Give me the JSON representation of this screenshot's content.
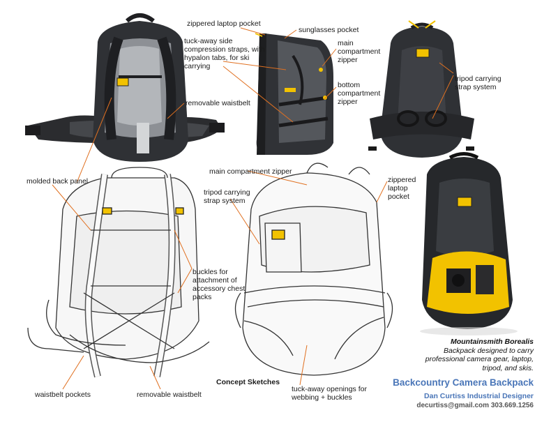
{
  "colors": {
    "leader_line": "#e07020",
    "accent_yellow": "#f2c200",
    "title_blue": "#4a76b8",
    "dark_body": "#2d2f33",
    "sketch_line": "#333333"
  },
  "labels": {
    "zippered_laptop_pocket_top": "zippered laptop pocket",
    "sunglasses_pocket": "sunglasses pocket",
    "tuck_away_side_straps": "tuck-away side compression straps, with hypalon tabs, for ski carrying",
    "main_compartment_zipper_top": "main compartment zipper",
    "bottom_compartment_zipper": "bottom compartment zipper",
    "tripod_carrying_top": "tripod carrying strap system",
    "removable_waistbelt_top": "removable waistbelt",
    "molded_back_panel": "molded back panel",
    "main_compartment_zipper_sketch": "main compartment zipper",
    "tripod_carrying_sketch": "tripod carrying strap system",
    "zippered_laptop_pocket_sketch": "zippered laptop pocket",
    "buckles_attachment": "buckles for attachment of accessory chest packs",
    "waistbelt_pockets": "waistbelt pockets",
    "removable_waistbelt_bottom": "removable waistbelt",
    "concept_sketches": "Concept Sketches",
    "tuck_away_openings": "tuck-away openings for webbing + buckles"
  },
  "caption": {
    "product_name": "Mountainsmith Borealis",
    "description": "Backpack designed to carry professional camera gear, laptop, tripod, and skis."
  },
  "title_block": {
    "title": "Backcountry Camera Backpack",
    "designer": "Dan Curtiss  Industrial Designer",
    "contact": "decurtiss@gmail.com  303.669.1256"
  }
}
